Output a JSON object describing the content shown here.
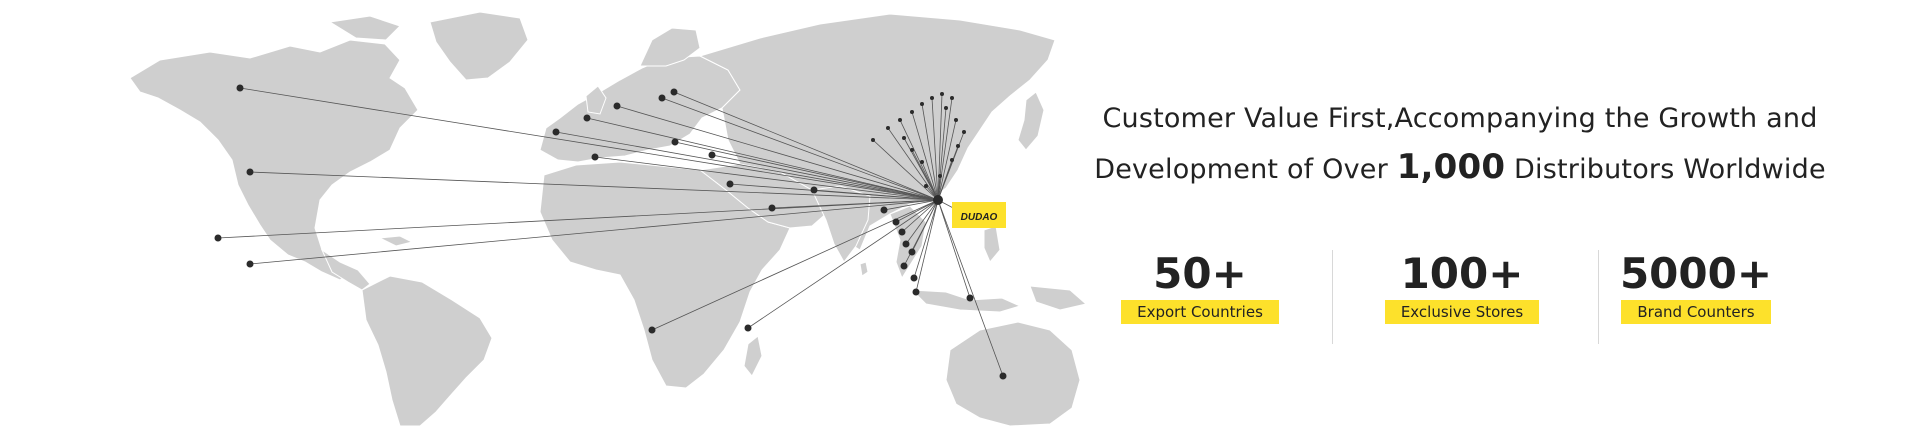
{
  "colors": {
    "land": "#cfcfcf",
    "land_stroke": "#ffffff",
    "route_line": "#555555",
    "dot": "#2b2b2b",
    "accent_yellow": "#fde12b",
    "text": "#222222"
  },
  "map": {
    "brand_label": "DUDAO"
  },
  "headline": {
    "line1": "Customer Value First,Accompanying the Growth and",
    "line2_prefix": "Development of Over ",
    "line2_number": "1,000",
    "line2_suffix": " Distributors Worldwide"
  },
  "stats": [
    {
      "value": "50+",
      "label": "Export Countries"
    },
    {
      "value": "100+",
      "label": "Exclusive Stores"
    },
    {
      "value": "5000+",
      "label": "Brand Counters"
    }
  ]
}
